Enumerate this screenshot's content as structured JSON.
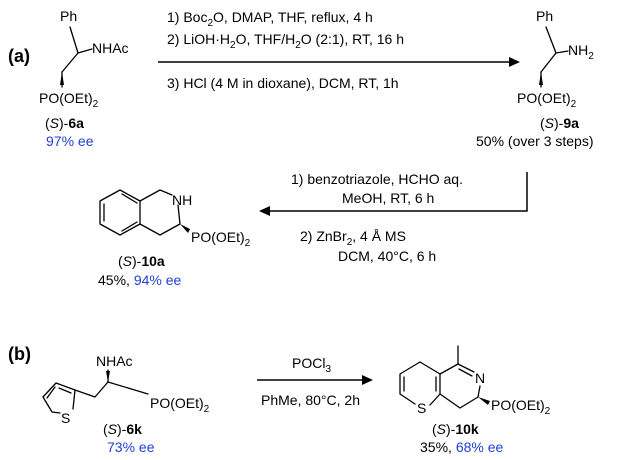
{
  "panel_a": {
    "label": "(a)",
    "sm": {
      "ph": "Ph",
      "nhac": "NHAc",
      "po": "PO(OEt)",
      "name_open": "(",
      "name_s": "S",
      "name_close": ")-",
      "name_id": "6a",
      "ee": "97% ee"
    },
    "step1": {
      "c1_pre": "1) Boc",
      "c1_rest": "O, DMAP, THF, reflux, 4 h",
      "c2_pre": "2) LiOH·H",
      "c2_mid": "O, THF/H",
      "c2_rest": "O (2:1), RT, 16 h",
      "c3": "3) HCl (4 M in dioxane), DCM, RT, 1h"
    },
    "p9": {
      "ph": "Ph",
      "nh": "NH",
      "po": "PO(OEt)",
      "name_open": "(",
      "name_s": "S",
      "name_close": ")-",
      "name_id": "9a",
      "yield": "50% (over 3 steps)"
    },
    "step2": {
      "c1": "1) benzotriazole, HCHO aq.",
      "c2": "MeOH, RT, 6 h",
      "c3_pre": "2) ZnBr",
      "c3_rest": ", 4 Å MS",
      "c4": "DCM, 40°C, 6 h"
    },
    "p10": {
      "nh": "NH",
      "po": "PO(OEt)",
      "name_open": "(",
      "name_s": "S",
      "name_close": ")-",
      "name_id": "10a",
      "yield": "45%, ",
      "ee": "94% ee"
    }
  },
  "panel_b": {
    "label": "(b)",
    "sm": {
      "s": "S",
      "nhac": "NHAc",
      "po": "PO(OEt)",
      "name_open": "(",
      "name_s": "S",
      "name_close": ")-",
      "name_id": "6k",
      "ee": "73% ee"
    },
    "step": {
      "c1_pre": "POCl",
      "c1_sub": "3",
      "c2": "PhMe, 80°C, 2h"
    },
    "p10k": {
      "s": "S",
      "n": "N",
      "po": "PO(OEt)",
      "name_open": "(",
      "name_s": "S",
      "name_close": ")-",
      "name_id": "10k",
      "yield": "35%, ",
      "ee": "68% ee"
    }
  },
  "subscripts": {
    "two": "2"
  },
  "colors": {
    "ee": "#1f3fd6",
    "ink": "#000000"
  }
}
